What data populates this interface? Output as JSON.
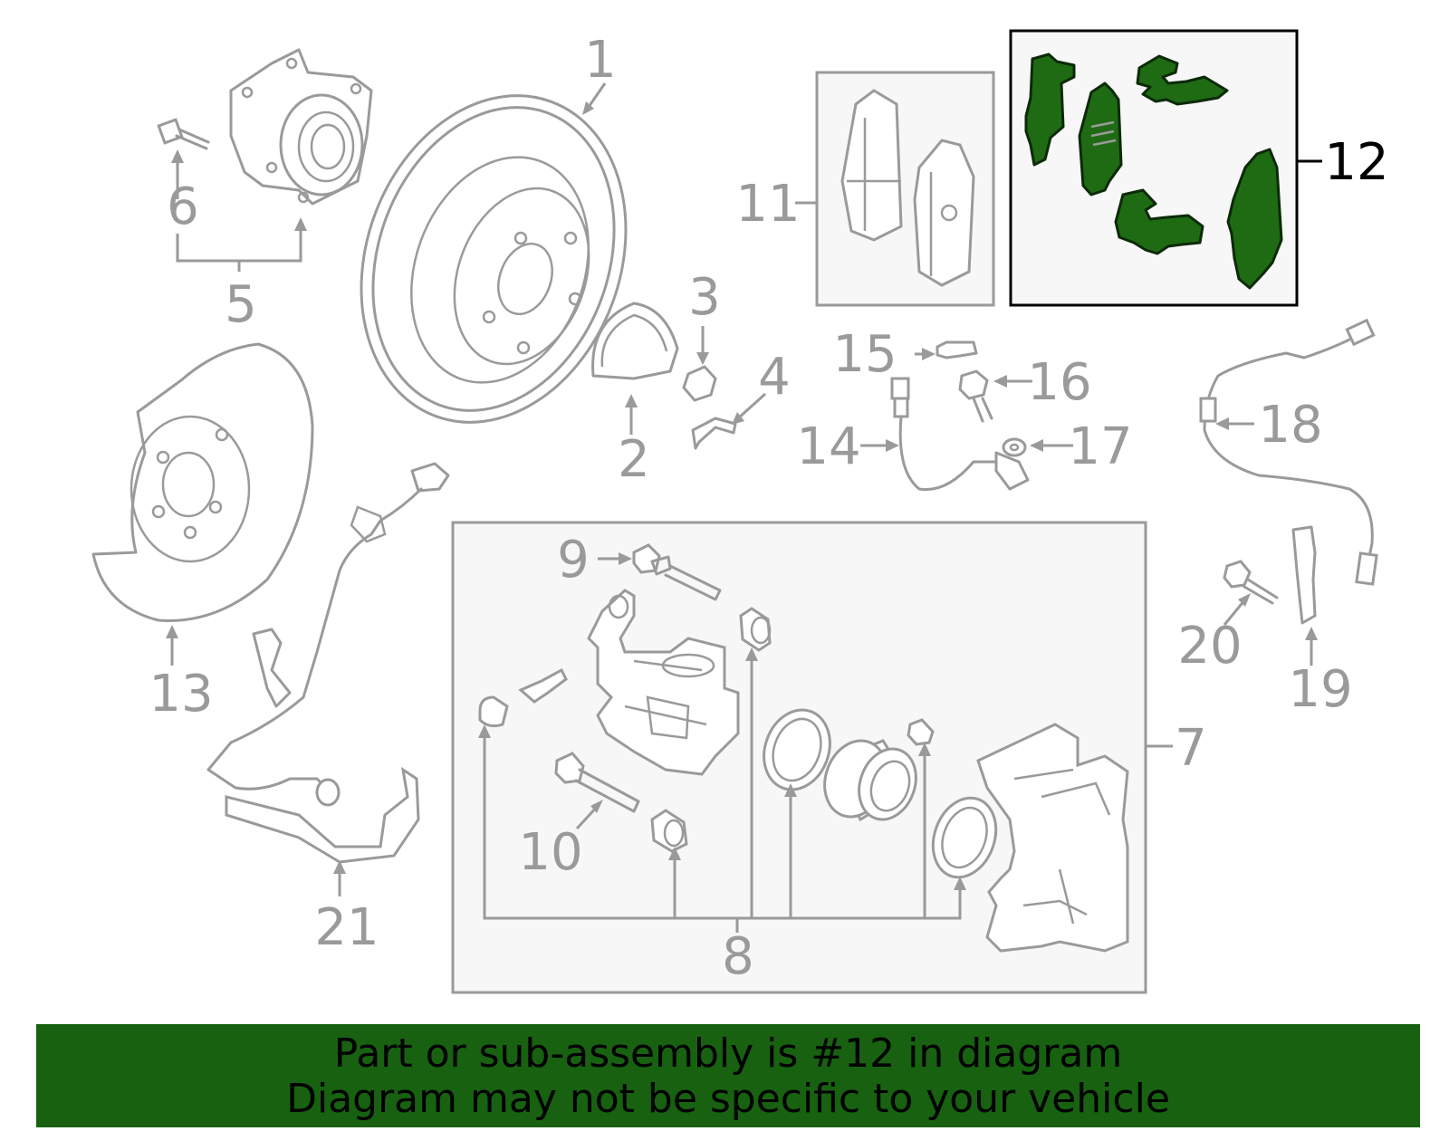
{
  "callouts": {
    "c1": "1",
    "c2": "2",
    "c3": "3",
    "c4": "4",
    "c5": "5",
    "c6": "6",
    "c7": "7",
    "c8": "8",
    "c9": "9",
    "c10": "10",
    "c11": "11",
    "c12": "12",
    "c13": "13",
    "c14": "14",
    "c15": "15",
    "c16": "16",
    "c17": "17",
    "c18": "18",
    "c19": "19",
    "c20": "20",
    "c21": "21"
  },
  "highlight": {
    "part": "12",
    "color": "#1e6b14"
  },
  "banner": {
    "line1": "Part or sub-assembly is #12 in diagram",
    "line2": "Diagram may not be specific to your vehicle",
    "color": "#176110"
  }
}
